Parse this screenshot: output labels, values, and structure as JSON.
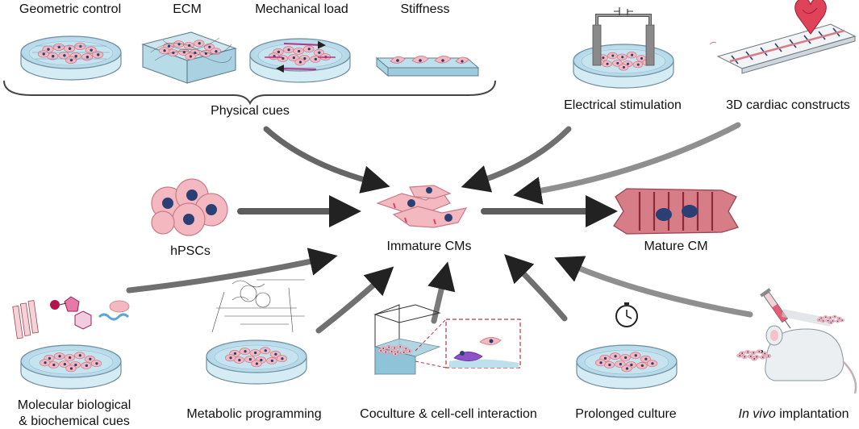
{
  "labels": {
    "geometric": "Geometric control",
    "ecm": "ECM",
    "mechanical": "Mechanical load",
    "stiffness": "Stiffness",
    "physical": "Physical cues",
    "electrical": "Electrical stimulation",
    "constructs3d": "3D cardiac constructs",
    "hpscs": "hPSCs",
    "immature": "Immature CMs",
    "mature": "Mature CM",
    "molecular1": "Molecular biological",
    "molecular2": "& biochemical cues",
    "metabolic": "Metabolic programming",
    "coculture": "Coculture & cell-cell interaction",
    "prolonged": "Prolonged culture",
    "invivo_italic": "In vivo",
    "invivo_rest": " implantation"
  },
  "colors": {
    "cell_pink": "#f3b8c0",
    "cell_outline": "#c97b86",
    "nucleus": "#2a3f73",
    "dish_blue": "#bfe0ee",
    "dish_outline": "#6f8ea0",
    "heart_red": "#e0425a",
    "arrow": "#222222",
    "mature_body": "#d77d88",
    "sarcomere": "#8a2a3a"
  }
}
